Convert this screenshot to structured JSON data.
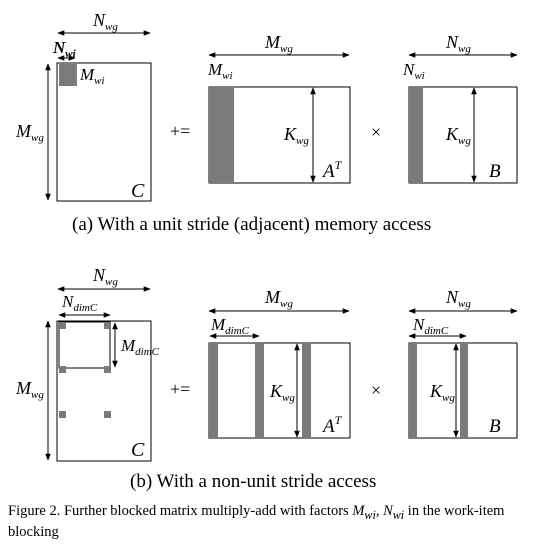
{
  "panel_a": {
    "top_label": {
      "base": "N",
      "sub": "wg"
    },
    "nwi_label": {
      "base": "N",
      "sub": "wi"
    },
    "mwi_label": {
      "base": "M",
      "sub": "wi"
    },
    "left_label": {
      "base": "M",
      "sub": "wg"
    },
    "c_label": "C",
    "op_plus": "+=",
    "a_top_label": {
      "base": "M",
      "sub": "wg"
    },
    "a_sub_label": {
      "base": "M",
      "sub": "wi"
    },
    "a_k_label": {
      "base": "K",
      "sub": "wg"
    },
    "a_matrix_label": {
      "base": "A",
      "sup": "T"
    },
    "op_times": "×",
    "b_top_label": {
      "base": "N",
      "sub": "wg"
    },
    "b_sub_label": {
      "base": "N",
      "sub": "wi"
    },
    "b_k_label": {
      "base": "K",
      "sub": "wg"
    },
    "b_matrix_label": "B",
    "caption": "(a) With a unit stride (adjacent) memory access"
  },
  "panel_b": {
    "top_label": {
      "base": "N",
      "sub": "wg"
    },
    "ndim_label": {
      "base": "N",
      "sub": "dimC"
    },
    "mdim_label": {
      "base": "M",
      "sub": "dimC"
    },
    "left_label": {
      "base": "M",
      "sub": "wg"
    },
    "c_label": "C",
    "op_plus": "+=",
    "a_top_label": {
      "base": "M",
      "sub": "wg"
    },
    "a_sub_label": {
      "base": "M",
      "sub": "dimC"
    },
    "a_k_label": {
      "base": "K",
      "sub": "wg"
    },
    "a_matrix_label": {
      "base": "A",
      "sup": "T"
    },
    "op_times": "×",
    "b_top_label": {
      "base": "N",
      "sub": "wg"
    },
    "b_sub_label": {
      "base": "N",
      "sub": "dimC"
    },
    "b_k_label": {
      "base": "K",
      "sub": "wg"
    },
    "b_matrix_label": "B",
    "caption": "(b) With a non-unit stride access"
  },
  "figure_caption": {
    "prefix": "Figure 2.   Further blocked matrix multiply-add with factors ",
    "math_1": "M",
    "math_1_sub": "wi",
    "sep": ", ",
    "math_2": "N",
    "math_2_sub": "wi",
    "suffix": " in the work-item blocking"
  },
  "colors": {
    "block_fill": "#7a7a7a",
    "line": "#000000"
  }
}
